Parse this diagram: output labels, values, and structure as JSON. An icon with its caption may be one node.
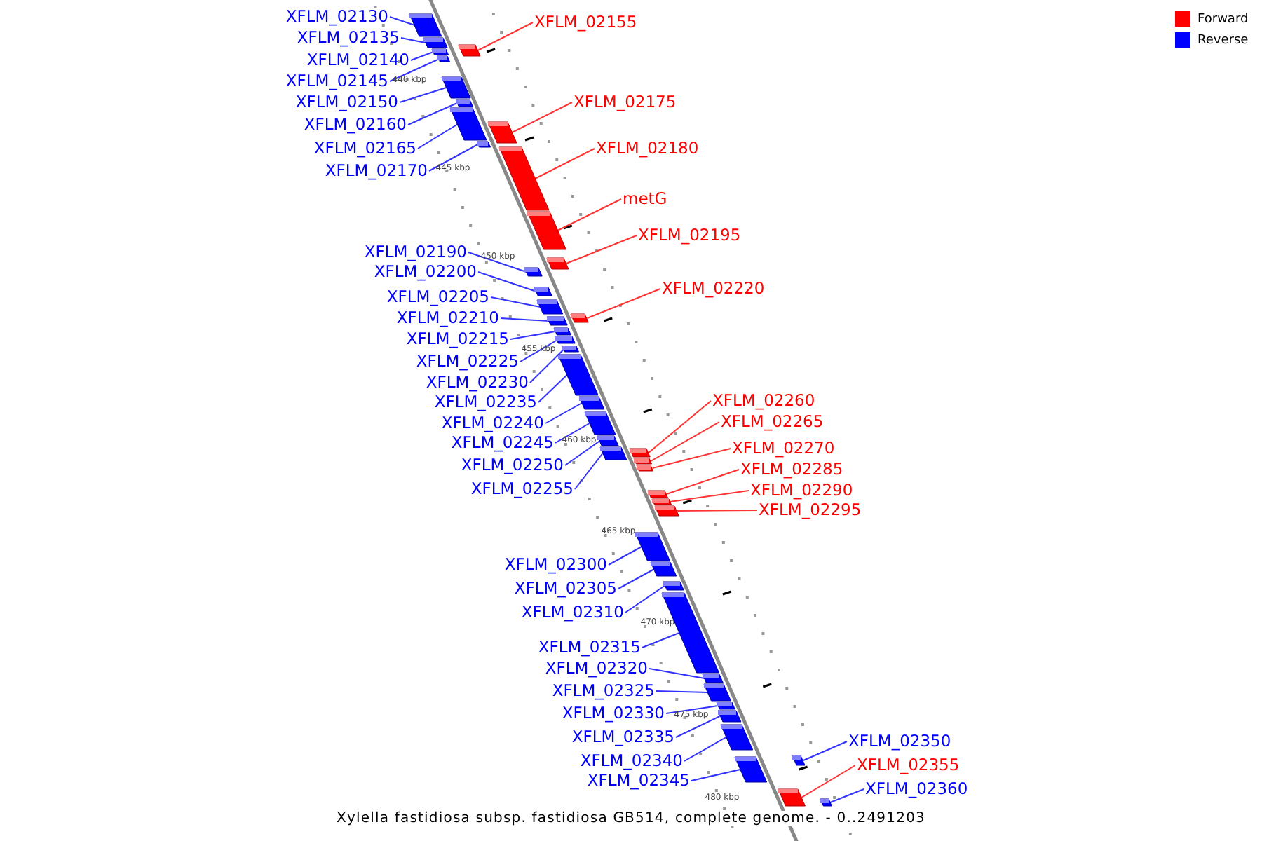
{
  "diagram": {
    "caption": "Xylella fastidiosa subsp. fastidiosa GB514, complete genome. - 0..2491203",
    "nodes": [
      {
        "text": [
          "XFLM_02130"
        ]
      },
      {
        "text": [
          "XFLM_02135"
        ]
      },
      {
        "text": [
          "XFLM_02140"
        ]
      },
      {
        "text": [
          "XFLM_02145"
        ]
      },
      {
        "text": [
          "XFLM_02150"
        ]
      },
      {
        "text": [
          "XFLM_02160"
        ]
      },
      {
        "text": [
          "XFLM_02165"
        ]
      },
      {
        "text": [
          "XFLM_02170"
        ]
      },
      {
        "text": [
          "XFLM_02190"
        ]
      },
      {
        "text": [
          "XFLM_02200"
        ]
      },
      {
        "text": [
          "XFLM_02205"
        ]
      },
      {
        "text": [
          "XFLM_02210"
        ]
      },
      {
        "text": [
          "XFLM_02215"
        ]
      },
      {
        "text": [
          "XFLM_02225"
        ]
      },
      {
        "text": [
          "XFLM_02230"
        ]
      },
      {
        "text": [
          "XFLM_02235"
        ]
      },
      {
        "text": [
          "XFLM_02240"
        ]
      },
      {
        "text": [
          "XFLM_02245"
        ]
      },
      {
        "text": [
          "XFLM_02250"
        ]
      },
      {
        "text": [
          "XFLM_02255"
        ]
      },
      {
        "text": [
          "XFLM_02300"
        ]
      },
      {
        "text": [
          "XFLM_02305"
        ]
      },
      {
        "text": [
          "XFLM_02310"
        ]
      },
      {
        "text": [
          "XFLM_02315"
        ]
      },
      {
        "text": [
          "XFLM_02320"
        ]
      },
      {
        "text": [
          "XFLM_02325"
        ]
      },
      {
        "text": [
          "XFLM_02330"
        ]
      },
      {
        "text": [
          "XFLM_02335"
        ]
      },
      {
        "text": [
          "XFLM_02340"
        ]
      },
      {
        "text": [
          "XFLM_02345"
        ]
      },
      {
        "text": [
          "XFLM_02155"
        ]
      },
      {
        "text": [
          "XFLM_02175"
        ]
      },
      {
        "text": [
          "XFLM_02180"
        ]
      },
      {
        "text": [
          "metG"
        ]
      },
      {
        "text": [
          "XFLM_02195"
        ]
      },
      {
        "text": [
          "XFLM_02220"
        ]
      },
      {
        "text": [
          "XFLM_02260"
        ]
      },
      {
        "text": [
          "XFLM_02265"
        ]
      },
      {
        "text": [
          "XFLM_02270"
        ]
      },
      {
        "text": [
          "XFLM_02285"
        ]
      },
      {
        "text": [
          "XFLM_02290"
        ]
      },
      {
        "text": [
          "XFLM_02295"
        ]
      },
      {
        "text": [
          "XFLM_02350"
        ]
      },
      {
        "text": [
          "XFLM_02355"
        ]
      },
      {
        "text": [
          "XFLM_02360"
        ]
      },
      {
        "text": [],
        "shape": "bar"
      },
      {
        "text": [],
        "shape": "bar"
      },
      {
        "text": [],
        "shape": "bar"
      },
      {
        "text": [],
        "shape": "bar"
      },
      {
        "text": [],
        "shape": "bar"
      },
      {
        "text": [],
        "shape": "bar"
      },
      {
        "text": [],
        "shape": "bar"
      },
      {
        "text": [],
        "shape": "bar"
      },
      {
        "text": [],
        "shape": "bar"
      },
      {
        "text": [],
        "shape": "bar"
      },
      {
        "text": [],
        "shape": "bar"
      },
      {
        "text": [],
        "shape": "bar"
      },
      {
        "text": [],
        "shape": "bar"
      },
      {
        "text": [],
        "shape": "bar"
      },
      {
        "text": [],
        "shape": "bar"
      },
      {
        "text": [],
        "shape": "bar"
      },
      {
        "text": [],
        "shape": "bar"
      },
      {
        "text": [],
        "shape": "bar"
      },
      {
        "text": [],
        "shape": "bar"
      },
      {
        "text": [],
        "shape": "bar"
      },
      {
        "text": [],
        "shape": "bar"
      },
      {
        "text": [],
        "shape": "bar"
      },
      {
        "text": [],
        "shape": "bar"
      },
      {
        "text": [],
        "shape": "bar"
      },
      {
        "text": [],
        "shape": "bar"
      },
      {
        "text": [],
        "shape": "bar"
      },
      {
        "text": [],
        "shape": "bar"
      },
      {
        "text": [],
        "shape": "bar"
      },
      {
        "text": [],
        "shape": "bar"
      },
      {
        "text": [],
        "shape": "bar"
      },
      {
        "text": [],
        "shape": "bar"
      },
      {
        "text": [],
        "shape": "bar"
      },
      {
        "text": [],
        "shape": "bar"
      },
      {
        "text": [],
        "shape": "bar"
      },
      {
        "text": [],
        "shape": "bar"
      },
      {
        "text": [],
        "shape": "bar"
      },
      {
        "text": [],
        "shape": "bar"
      },
      {
        "text": [],
        "shape": "bar"
      },
      {
        "text": [],
        "shape": "bar"
      },
      {
        "text": [],
        "shape": "bar"
      },
      {
        "text": [],
        "shape": "bar"
      },
      {
        "text": [],
        "shape": "bar"
      },
      {
        "text": [],
        "shape": "bar"
      },
      {
        "text": [],
        "shape": "bar"
      },
      {
        "text": [],
        "shape": "bar"
      }
    ],
    "edges": [
      {
        "from": 0,
        "to": 45,
        "arrow": "none"
      },
      {
        "from": 1,
        "to": 46,
        "arrow": "none"
      },
      {
        "from": 2,
        "to": 47,
        "arrow": "none"
      },
      {
        "from": 3,
        "to": 48,
        "arrow": "none"
      },
      {
        "from": 4,
        "to": 49,
        "arrow": "none"
      },
      {
        "from": 5,
        "to": 50,
        "arrow": "none"
      },
      {
        "from": 6,
        "to": 51,
        "arrow": "none"
      },
      {
        "from": 7,
        "to": 52,
        "arrow": "none"
      },
      {
        "from": 8,
        "to": 53,
        "arrow": "none"
      },
      {
        "from": 9,
        "to": 54,
        "arrow": "none"
      },
      {
        "from": 10,
        "to": 55,
        "arrow": "none"
      },
      {
        "from": 11,
        "to": 56,
        "arrow": "none"
      },
      {
        "from": 12,
        "to": 57,
        "arrow": "none"
      },
      {
        "from": 13,
        "to": 58,
        "arrow": "none"
      },
      {
        "from": 14,
        "to": 59,
        "arrow": "none"
      },
      {
        "from": 15,
        "to": 60,
        "arrow": "none"
      },
      {
        "from": 16,
        "to": 61,
        "arrow": "none"
      },
      {
        "from": 17,
        "to": 62,
        "arrow": "none"
      },
      {
        "from": 18,
        "to": 63,
        "arrow": "none"
      },
      {
        "from": 19,
        "to": 64,
        "arrow": "none"
      },
      {
        "from": 20,
        "to": 65,
        "arrow": "none"
      },
      {
        "from": 21,
        "to": 66,
        "arrow": "none"
      },
      {
        "from": 22,
        "to": 67,
        "arrow": "none"
      },
      {
        "from": 23,
        "to": 68,
        "arrow": "none"
      },
      {
        "from": 24,
        "to": 69,
        "arrow": "none"
      },
      {
        "from": 25,
        "to": 70,
        "arrow": "none"
      },
      {
        "from": 26,
        "to": 71,
        "arrow": "none"
      },
      {
        "from": 27,
        "to": 72,
        "arrow": "none"
      },
      {
        "from": 28,
        "to": 73,
        "arrow": "none"
      },
      {
        "from": 29,
        "to": 74,
        "arrow": "none"
      },
      {
        "from": 30,
        "to": 75,
        "arrow": "none",
        "color": "#ff3333"
      },
      {
        "from": 31,
        "to": 76,
        "arrow": "none",
        "color": "#ff3333"
      },
      {
        "from": 32,
        "to": 77,
        "arrow": "none",
        "color": "#ff3333"
      },
      {
        "from": 33,
        "to": 78,
        "arrow": "none",
        "color": "#ff3333"
      },
      {
        "from": 34,
        "to": 79,
        "arrow": "none",
        "color": "#ff3333"
      },
      {
        "from": 35,
        "to": 80,
        "arrow": "none",
        "color": "#ff3333"
      },
      {
        "from": 36,
        "to": 81,
        "arrow": "none",
        "color": "#ff3333"
      },
      {
        "from": 37,
        "to": 82,
        "arrow": "none",
        "color": "#ff3333"
      },
      {
        "from": 38,
        "to": 83,
        "arrow": "none",
        "color": "#ff3333"
      },
      {
        "from": 39,
        "to": 84,
        "arrow": "none",
        "color": "#ff3333"
      },
      {
        "from": 40,
        "to": 85,
        "arrow": "none",
        "color": "#ff3333"
      },
      {
        "from": 41,
        "to": 86,
        "arrow": "none",
        "color": "#ff3333"
      },
      {
        "from": 42,
        "to": 87,
        "arrow": "none"
      },
      {
        "from": 43,
        "to": 88,
        "arrow": "none",
        "color": "#ff3333"
      },
      {
        "from": 44,
        "to": 89,
        "arrow": "none"
      }
    ],
    "labels": [
      "440 kbp",
      "445 kbp",
      "450 kbp",
      "455 kbp",
      "460 kbp",
      "465 kbp",
      "470 kbp",
      "475 kbp",
      "480 kbp"
    ],
    "legend": [
      {
        "text": "Forward",
        "color": "#ff0000"
      },
      {
        "text": "Reverse",
        "color": "#0000ff"
      }
    ]
  }
}
